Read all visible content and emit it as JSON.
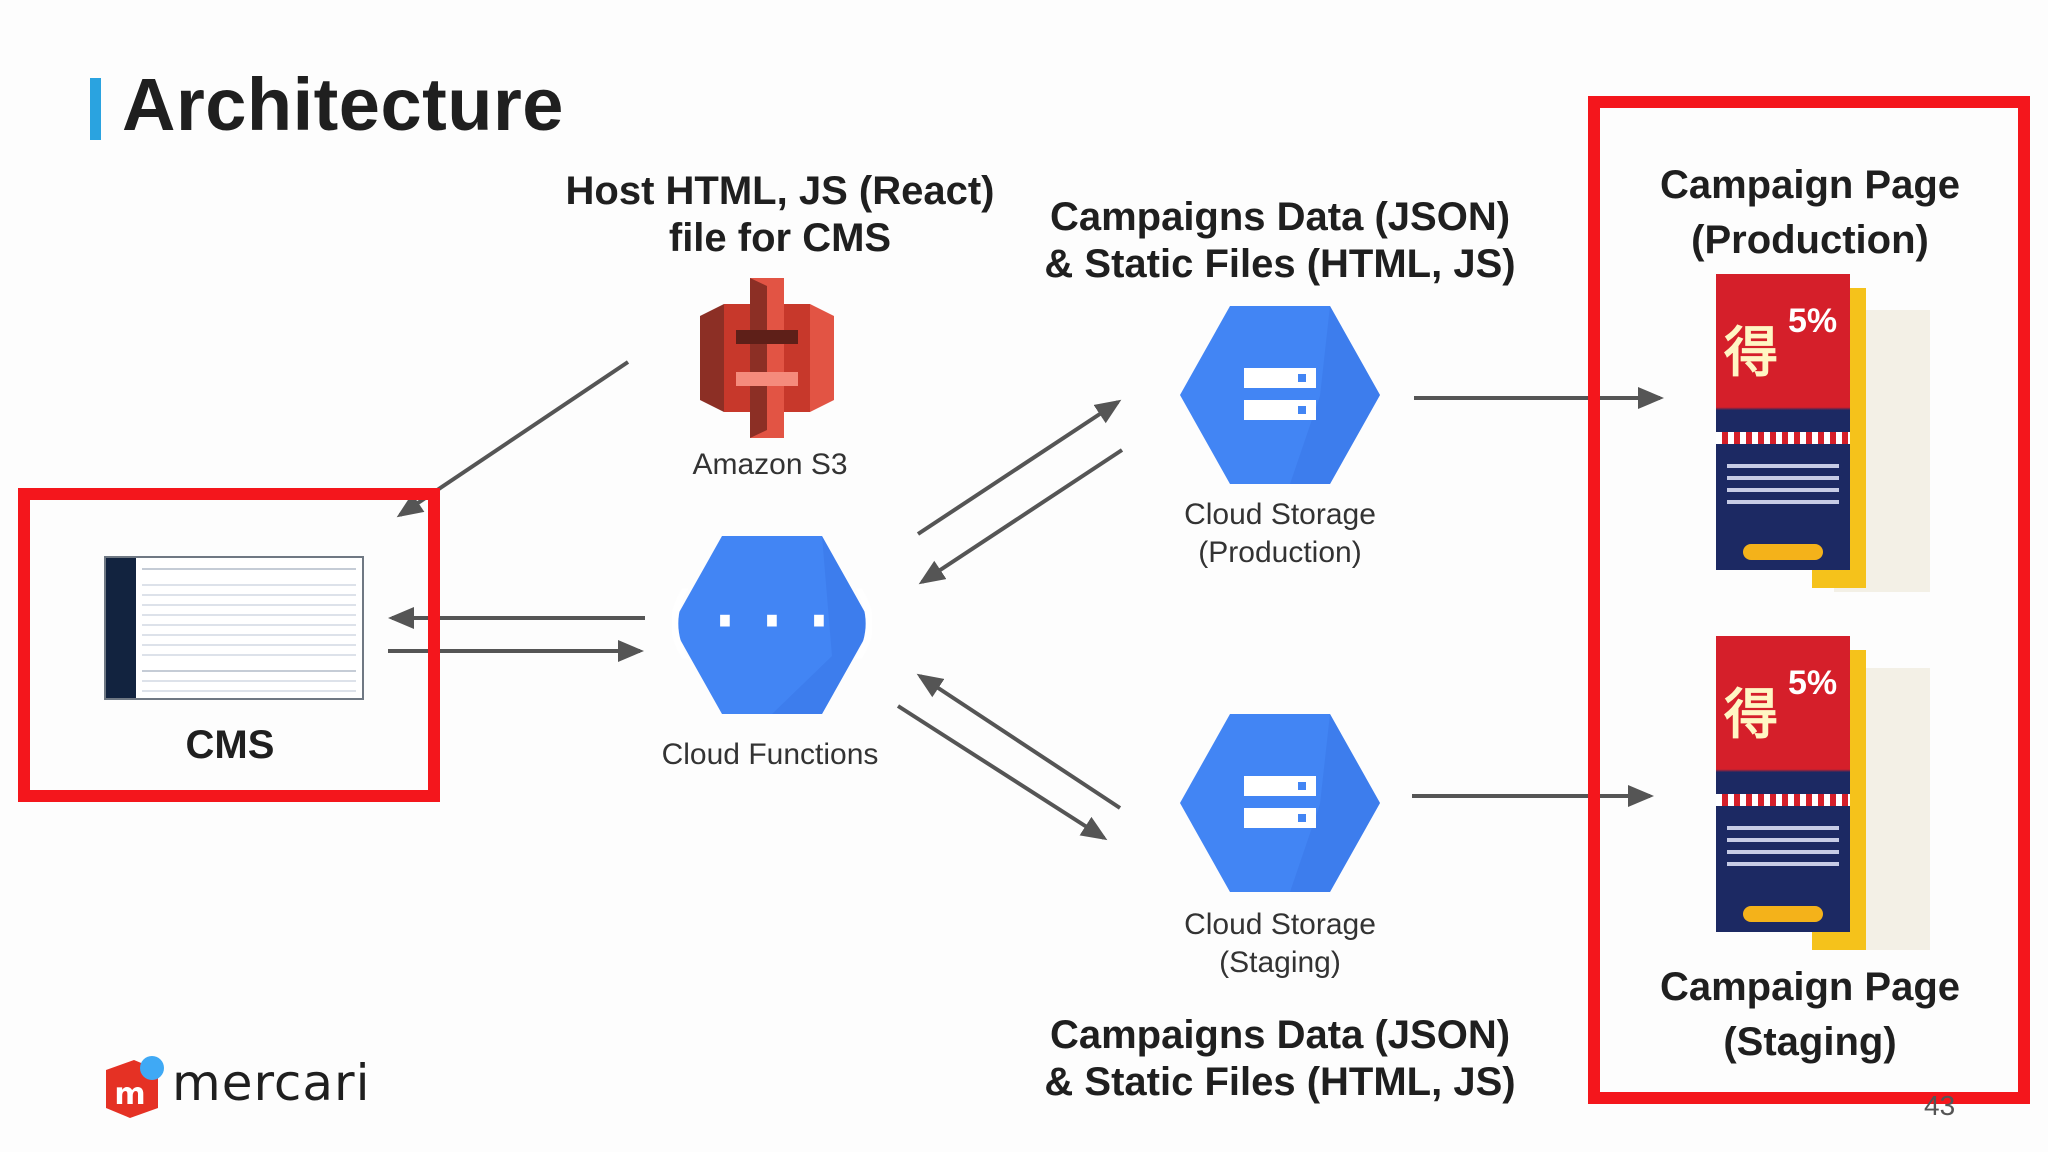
{
  "slide": {
    "title": "Architecture",
    "page_number": "43"
  },
  "nodes": {
    "s3": {
      "header": "Host HTML, JS (React)\nfile for CMS",
      "label": "Amazon S3",
      "icon": "amazon-s3-icon"
    },
    "cms": {
      "label": "CMS"
    },
    "functions": {
      "label": "Cloud Functions",
      "icon": "cloud-functions-icon"
    },
    "storage_prod": {
      "label": "Cloud Storage\n(Production)",
      "icon": "cloud-storage-icon"
    },
    "storage_staging": {
      "label": "Cloud Storage\n(Staging)",
      "icon": "cloud-storage-icon"
    },
    "data_top": {
      "header": "Campaigns Data (JSON)\n& Static Files (HTML, JS)"
    },
    "data_bottom": {
      "header": "Campaigns Data (JSON)\n& Static Files (HTML, JS)"
    },
    "campaign_prod": {
      "label": "Campaign Page\n(Production)"
    },
    "campaign_staging": {
      "label": "Campaign Page\n(Staging)"
    }
  },
  "branding": {
    "logo_text": "mercari",
    "logo_letter": "m"
  },
  "colors": {
    "accent": "#2aa3e0",
    "highlight": "#f4161c",
    "gcp_blue": "#4285f4",
    "s3_red": "#c7382b"
  }
}
